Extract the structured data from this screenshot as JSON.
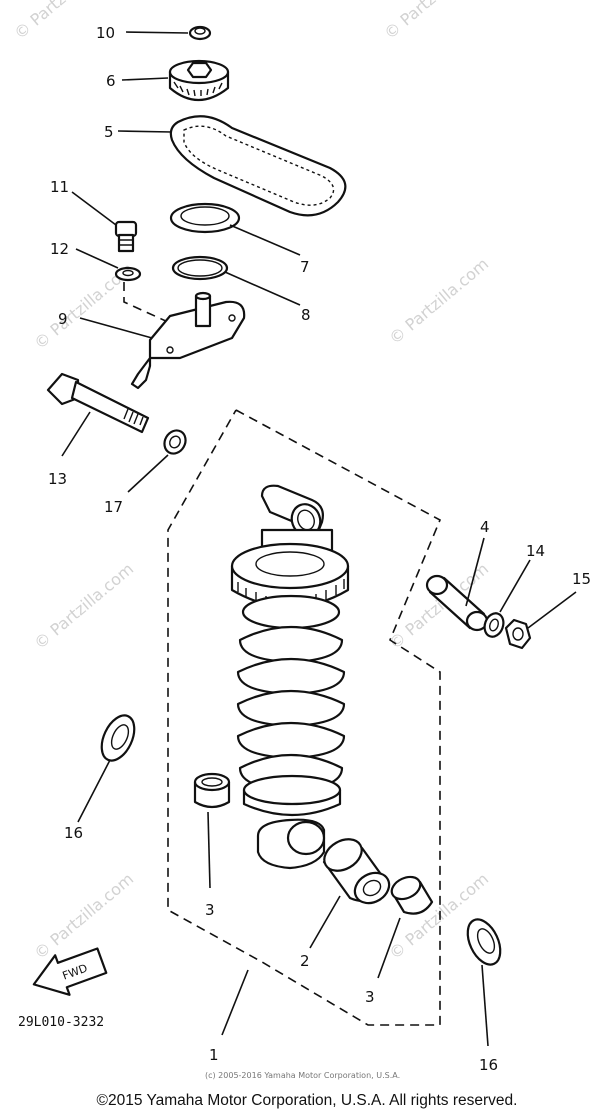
{
  "diagram": {
    "callouts": {
      "c10": "10",
      "c6": "6",
      "c5": "5",
      "c11": "11",
      "c12": "12",
      "c7": "7",
      "c8": "8",
      "c9": "9",
      "c13": "13",
      "c17": "17",
      "c4": "4",
      "c14": "14",
      "c15": "15",
      "c16a": "16",
      "c3a": "3",
      "c2": "2",
      "c3b": "3",
      "c1": "1",
      "c16b": "16"
    },
    "direction_label": "FWD",
    "diagram_code": "29L010-3232",
    "small_copyright": "(c) 2005-2016 Yamaha Motor Corporation, U.S.A.",
    "watermark": "© Partzilla.com"
  },
  "footer": {
    "copyright": "©2015 Yamaha Motor Corporation, U.S.A. All rights reserved."
  }
}
